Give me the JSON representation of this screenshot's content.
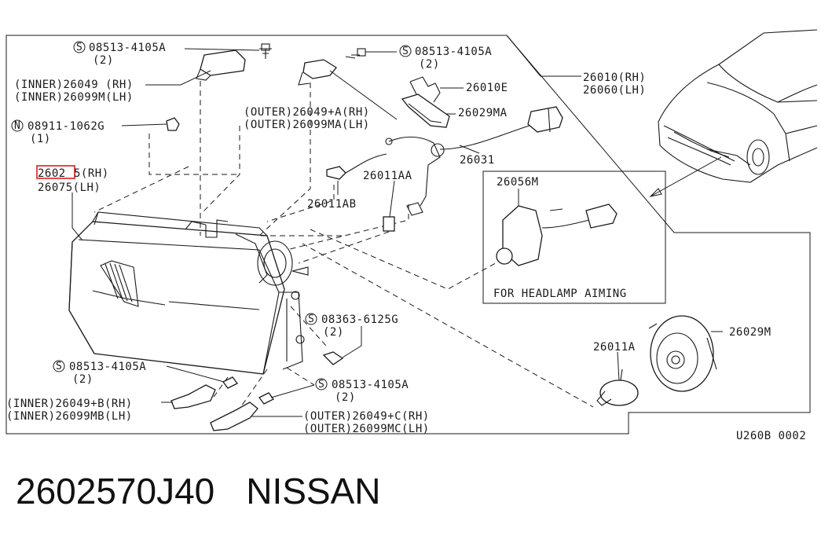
{
  "diagram": {
    "ref_code": "U260B 0002",
    "aiming_box_label": "FOR HEADLAMP AIMING",
    "highlight_color": "#e31b1b",
    "callouts": {
      "s1": {
        "mark": "S",
        "part": "08513-4105A",
        "qty": "(2)"
      },
      "s2": {
        "mark": "S",
        "part": "08513-4105A",
        "qty": "(2)"
      },
      "inner_rh": "(INNER)26049 (RH)",
      "inner_lh": "(INNER)26099M(LH)",
      "n1": {
        "mark": "N",
        "part": "08911-1062G",
        "qty": "(1)"
      },
      "main_rh_hi": "2602",
      "main_rh_rest": "5(RH)",
      "main_lh": "26075(LH)",
      "outer_a_rh": "(OUTER)26049+A(RH)",
      "outer_a_lh": "(OUTER)26099MA(LH)",
      "p26010e": "26010E",
      "p26029ma": "26029MA",
      "assy_rh": "26010(RH)",
      "assy_lh": "26060(LH)",
      "p26031": "26031",
      "p26011aa": "26011AA",
      "p26011ab": "26011AB",
      "p26056m": "26056M",
      "s3": {
        "mark": "S",
        "part": "08363-6125G",
        "qty": "(2)"
      },
      "p26029m": "26029M",
      "p26011a": "26011A",
      "s4": {
        "mark": "S",
        "part": "08513-4105A",
        "qty": "(2)"
      },
      "s5": {
        "mark": "S",
        "part": "08513-4105A",
        "qty": "(2)"
      },
      "inner_b_rh": "(INNER)26049+B(RH)",
      "inner_b_lh": "(INNER)26099MB(LH)",
      "outer_c_rh": "(OUTER)26049+C(RH)",
      "outer_c_lh": "(OUTER)26099MC(LH)"
    }
  },
  "caption": {
    "part_number": "2602570J40",
    "brand": "NISSAN"
  }
}
